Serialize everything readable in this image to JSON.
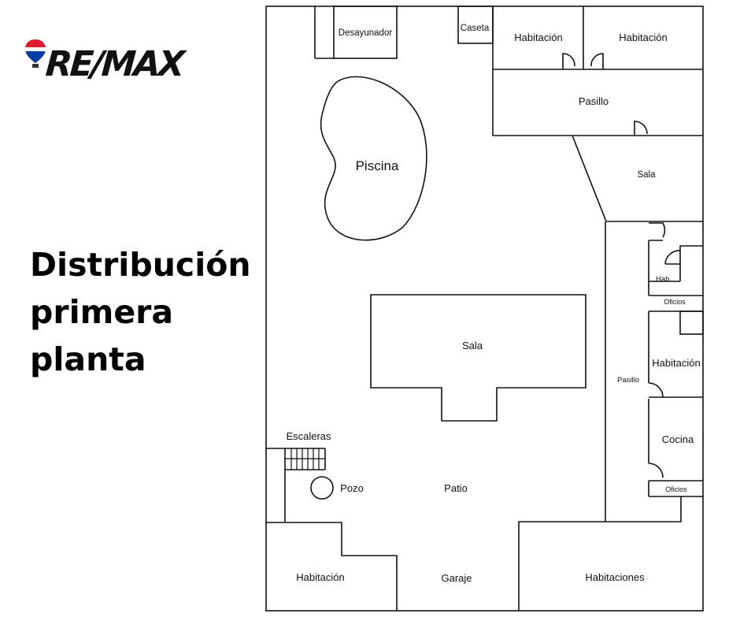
{
  "brand": {
    "name": "RE/MAX",
    "logo_text": "RE/MAX",
    "balloon_colors": [
      "#dc1c2e",
      "#003da5",
      "#ffffff"
    ]
  },
  "title": {
    "lines": [
      "Distribución",
      "primera",
      "planta"
    ]
  },
  "plan": {
    "rooms": {
      "desayunador": "Desayunador",
      "caseta": "Caseta",
      "habitacion_1": "Habitación",
      "habitacion_2": "Habitación",
      "pasillo_top": "Pasillo",
      "piscina": "Piscina",
      "sala_right": "Sala",
      "hab_small": "Hab.",
      "oficios_1": "Oficios",
      "sala_center": "Sala",
      "habitacion_3": "Habitación",
      "pasillo_side": "Pasillo",
      "escaleras": "Escaleras",
      "cocina": "Cocina",
      "pozo": "Pozo",
      "patio": "Patio",
      "oficios_2": "Oficios",
      "habitacion_4": "Habitación",
      "garaje": "Garaje",
      "habitaciones": "Habitaciones"
    }
  }
}
